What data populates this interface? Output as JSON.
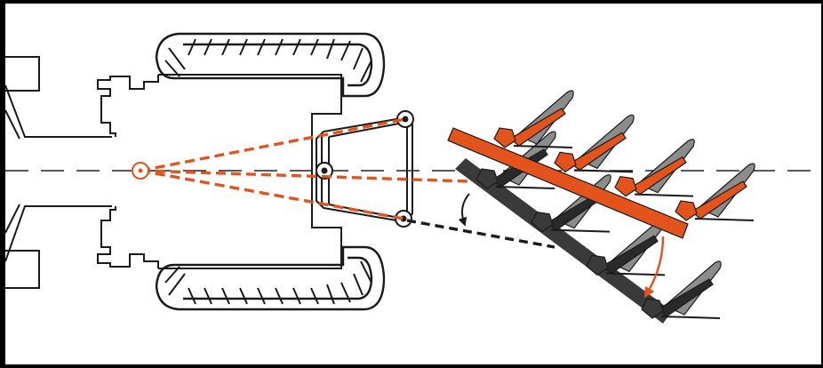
{
  "colors": {
    "frame": "#000000",
    "background": "#ffffff",
    "outline": "#1a1a1a",
    "accent": "#e2541c",
    "plough_dark": "#3a3a3a",
    "blade_grey": "#8c8c8c",
    "centerline": "#222222"
  },
  "diagram": {
    "subject": "tractor-top-view-with-mounted-plough",
    "positions": [
      "raised-orange",
      "lowered-dark"
    ],
    "bodies_per_beam": 4,
    "arrows": [
      "rotation-arrow",
      "drop-arrow"
    ],
    "icons": [
      "rear-wheel-icon",
      "front-axle-icon",
      "pivot-point-icon",
      "three-point-hitch-icon"
    ]
  }
}
